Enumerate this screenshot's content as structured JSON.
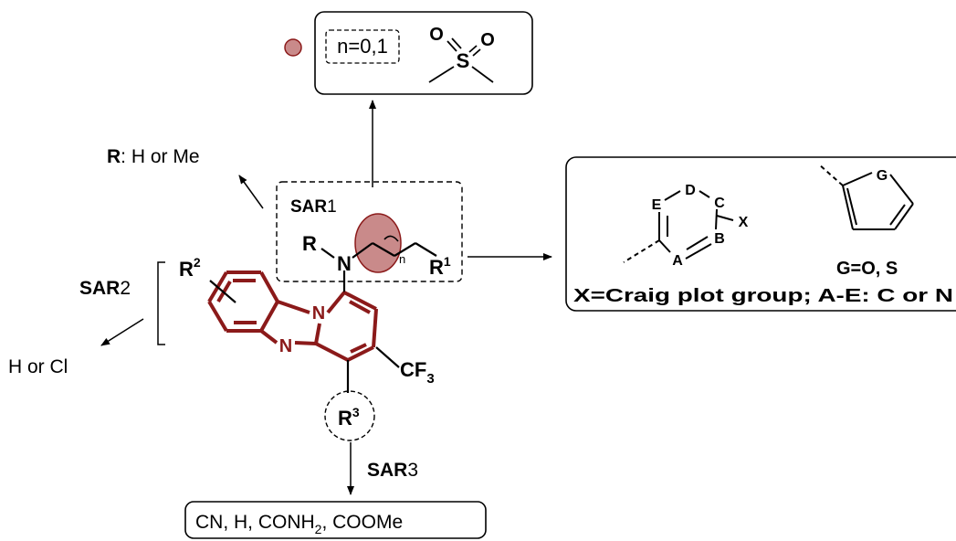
{
  "top_box": {
    "n_values": "n=0,1",
    "sulfonyl_O1": "O",
    "sulfonyl_O2": "O",
    "sulfonyl_S": "S"
  },
  "r_group": {
    "letter": "R",
    "text": ": H or Me"
  },
  "sar1": {
    "bold": "SAR",
    "num": "1"
  },
  "sar2": {
    "bold": "SAR",
    "num": "2",
    "outcome": "H or Cl"
  },
  "sar3": {
    "bold": "SAR",
    "num": "3",
    "outcome_a": "CN, H, CONH",
    "outcome_sub": "2",
    "outcome_b": ", COOMe"
  },
  "molecule": {
    "N_core": "N",
    "N_ring": "N",
    "N_amine": "N",
    "R": "R",
    "n": "n",
    "R1": "R",
    "R1_sup": "1",
    "R2": "R",
    "R2_sup": "2",
    "R3": "R",
    "R3_sup": "3",
    "CF3": "CF",
    "CF3_sub": "3"
  },
  "right_box": {
    "E": "E",
    "D": "D",
    "C": "C",
    "B": "B",
    "A": "A",
    "X": "X",
    "G": "G",
    "G_caption": "G=O, S",
    "caption": "X=Craig plot group; A-E: C or N"
  },
  "colors": {
    "core": "#8b1a1a",
    "ellipse_fill": "#c98a8a",
    "ellipse_stroke": "#8b1a1a"
  }
}
